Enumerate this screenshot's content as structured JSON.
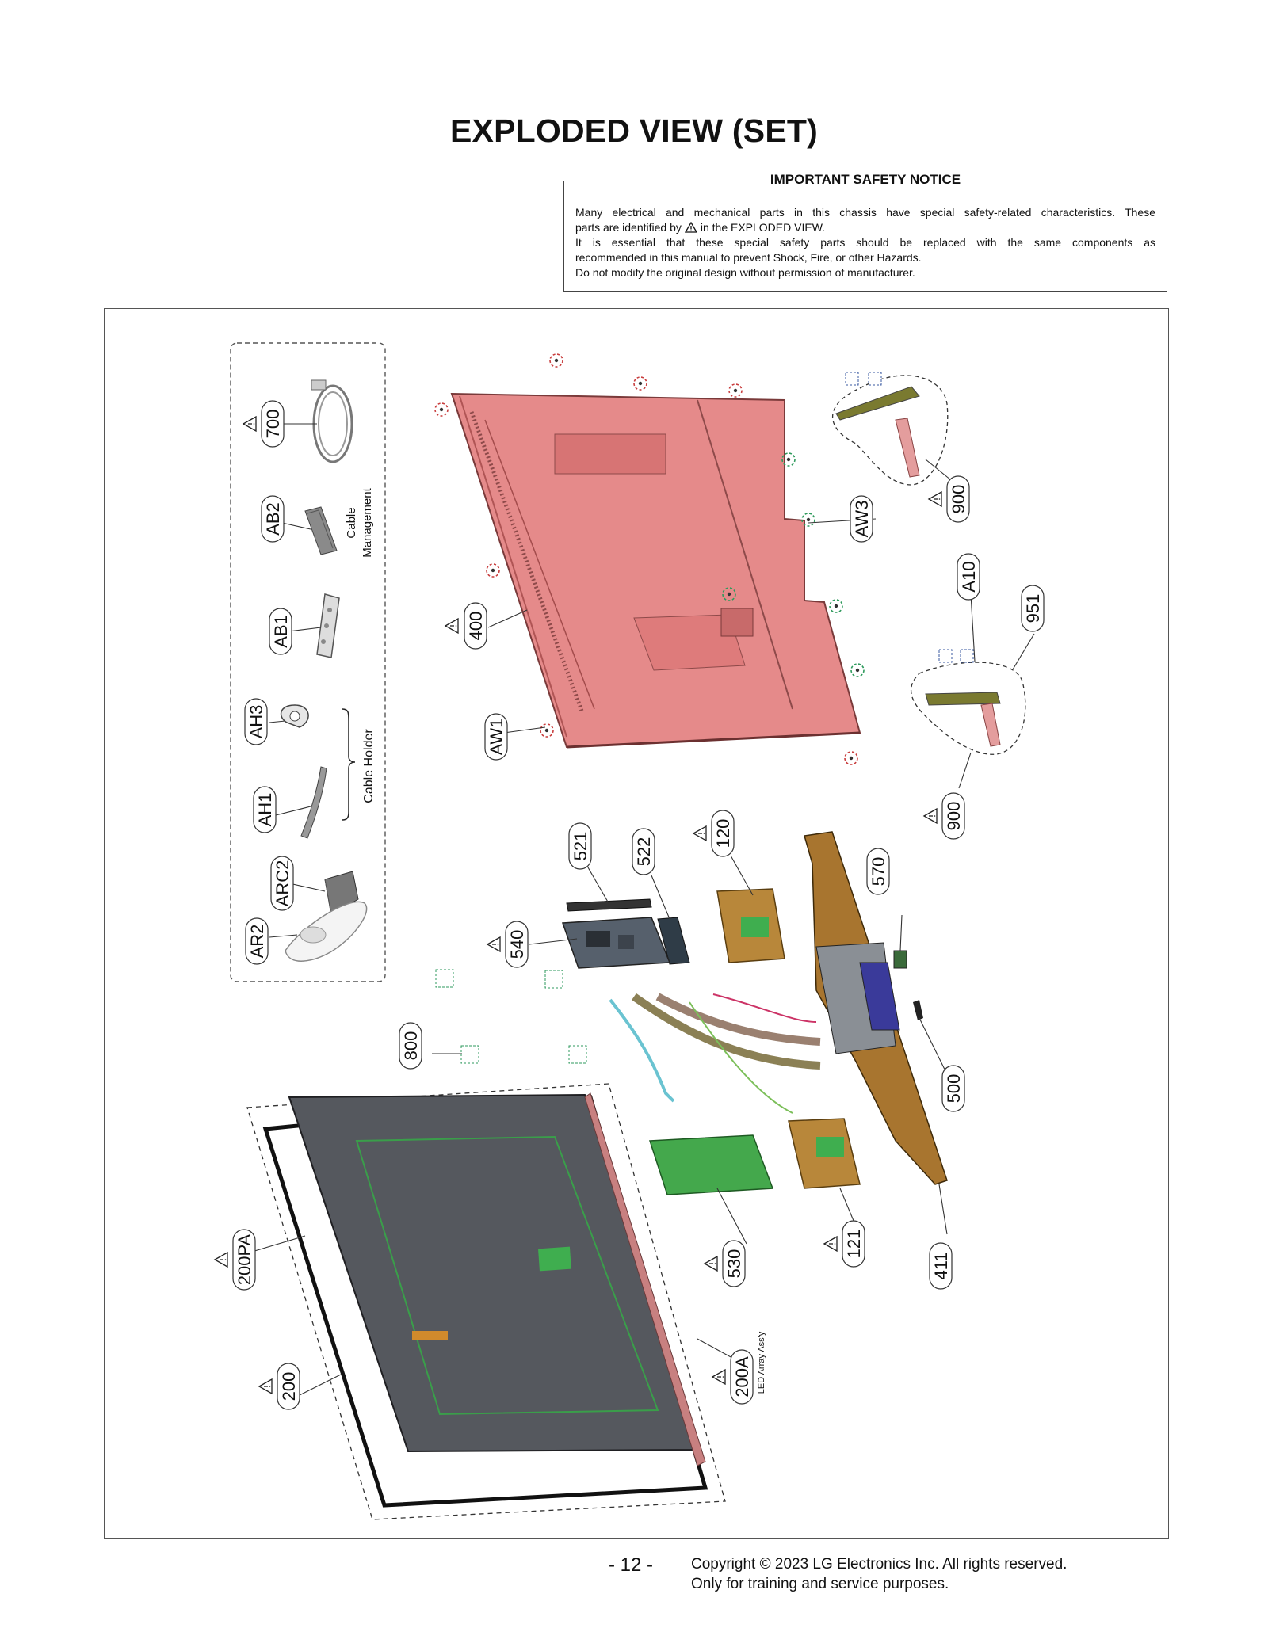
{
  "title": "EXPLODED VIEW (SET)",
  "notice": {
    "heading": "IMPORTANT SAFETY NOTICE",
    "line1": "Many electrical and mechanical parts in this chassis have special safety-related characteristics. These",
    "line2a": "parts are identified by",
    "line2b": "in the EXPLODED VIEW.",
    "line3": "It is essential that these special safety parts should be replaced with the same components as",
    "line4": "recommended in this manual to prevent Shock, Fire, or other Hazards.",
    "line5": "Do not modify the original design without permission of manufacturer."
  },
  "parts": {
    "p700": "700",
    "pAB2": "AB2",
    "pAB1": "AB1",
    "pAH3": "AH3",
    "pAH1": "AH1",
    "pARC2": "ARC2",
    "pAR2": "AR2",
    "p400": "400",
    "pAW1": "AW1",
    "pAW3": "AW3",
    "p900a": "900",
    "p900b": "900",
    "pA10": "A10",
    "p951": "951",
    "p521": "521",
    "p522": "522",
    "p120": "120",
    "p570": "570",
    "p540": "540",
    "p800": "800",
    "p500": "500",
    "p530": "530",
    "p121": "121",
    "p411": "411",
    "p200PA": "200PA",
    "p200": "200",
    "p200A": "200A"
  },
  "group_labels": {
    "cable_management_1": "Cable",
    "cable_management_2": "Management",
    "cable_holder": "Cable Holder",
    "led_array": "LED Array Ass'y"
  },
  "footer": {
    "page": "- 12 -",
    "copyright": "Copyright © 2023 LG Electronics Inc. All rights reserved.",
    "note": "Only for training and service purposes."
  },
  "colors": {
    "back_cover": "#e58a8a",
    "panel": "#55585e",
    "board": "#b8873a",
    "green_board": "#4caf50",
    "bracket": "#a8752f"
  }
}
